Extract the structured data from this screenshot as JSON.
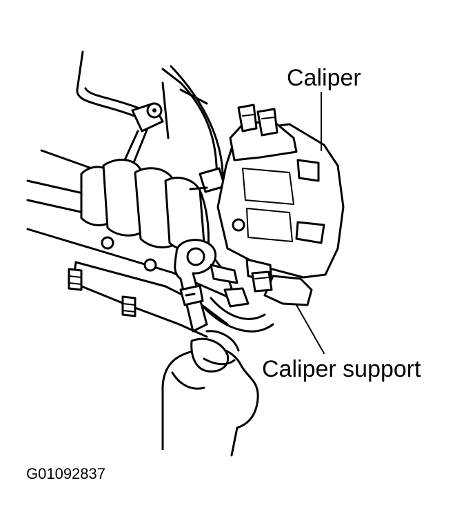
{
  "labels": {
    "caliper": "Caliper",
    "caliper_support": "Caliper support",
    "figure_id": "G01092837"
  },
  "colors": {
    "line": "#000000",
    "background": "#ffffff"
  }
}
